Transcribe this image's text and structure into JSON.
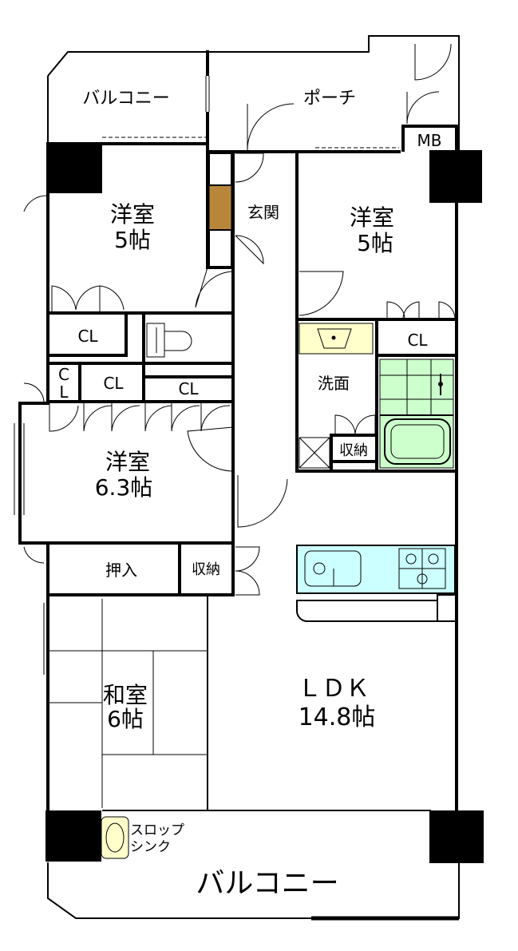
{
  "rooms": {
    "balcony_top": "バルコニー",
    "porch": "ポーチ",
    "mb": "MB",
    "western1": {
      "name": "洋室",
      "size": "5帖"
    },
    "entrance": "玄関",
    "western2": {
      "name": "洋室",
      "size": "5帖"
    },
    "cl_left": "CL",
    "cl_right": "CL",
    "cl_small": {
      "line1": "C",
      "line2": "L"
    },
    "cl_mid": "CL",
    "cl_bottom": "CL",
    "washroom": "洗面",
    "storage_wash": "収納",
    "western3": {
      "name": "洋室",
      "size": "6.3帖"
    },
    "oshiire": "押入",
    "storage_left": "収納",
    "japanese": {
      "name": "和室",
      "size": "6帖"
    },
    "ldk": {
      "name": "ＬＤＫ",
      "size": "14.8帖"
    },
    "slop_sink": {
      "line1": "スロップ",
      "line2": "シンク"
    },
    "balcony_bottom": "バルコニー"
  },
  "colors": {
    "wall": "#000000",
    "sink_fill": "#FFFFCC",
    "storage_brown": "#B8863B",
    "bath_fill": "#CCFFCC",
    "kitchen_fill": "#CCFFFF"
  }
}
